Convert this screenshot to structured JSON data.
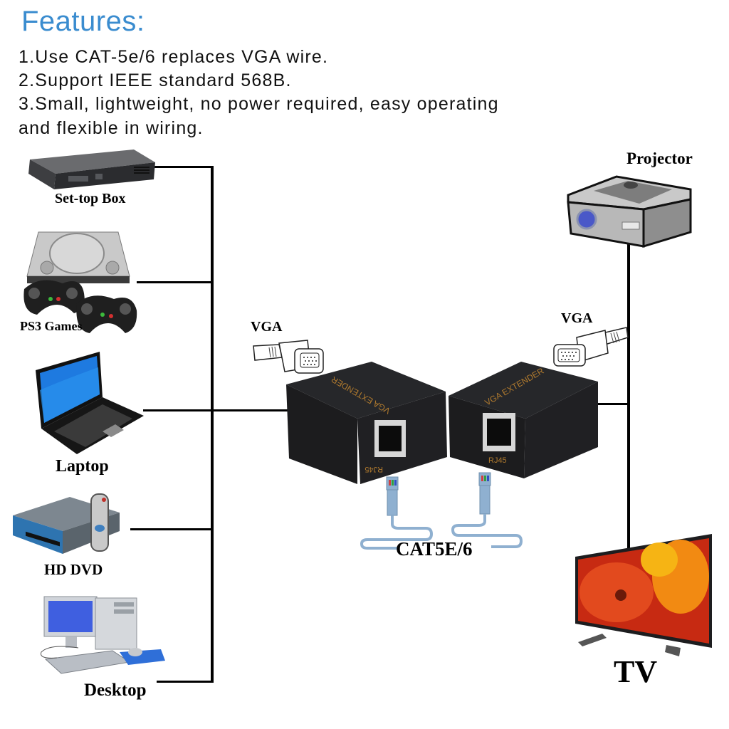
{
  "header": {
    "title": "Features:",
    "features": [
      "1.Use CAT-5e/6 replaces VGA wire.",
      "2.Support IEEE standard 568B.",
      "3.Small, lightweight, no power required, easy operating",
      "and flexible in wiring."
    ]
  },
  "sources": [
    {
      "label": "Set-top Box",
      "icon": "set-top-box-icon"
    },
    {
      "label": "PS3 Games",
      "icon": "game-console-icon"
    },
    {
      "label": "Laptop",
      "icon": "laptop-icon"
    },
    {
      "label": "HD DVD",
      "icon": "dvd-player-icon"
    },
    {
      "label": "Desktop",
      "icon": "desktop-computer-icon"
    }
  ],
  "transmitter": {
    "vga_label": "VGA",
    "device_text": "VGA EXTENDER",
    "port_label": "RJ45"
  },
  "receiver": {
    "vga_label": "VGA",
    "device_text": "VGA EXTENDER",
    "port_label": "RJ45"
  },
  "cable": {
    "label": "CAT5E/6"
  },
  "outputs": [
    {
      "label": "Projector",
      "icon": "projector-icon"
    },
    {
      "label": "TV",
      "icon": "tv-icon"
    }
  ],
  "colors": {
    "title": "#3a8ccf",
    "device_body": "#1e1e20",
    "device_text": "#b07a2e",
    "cable": "#8fb0d0"
  }
}
